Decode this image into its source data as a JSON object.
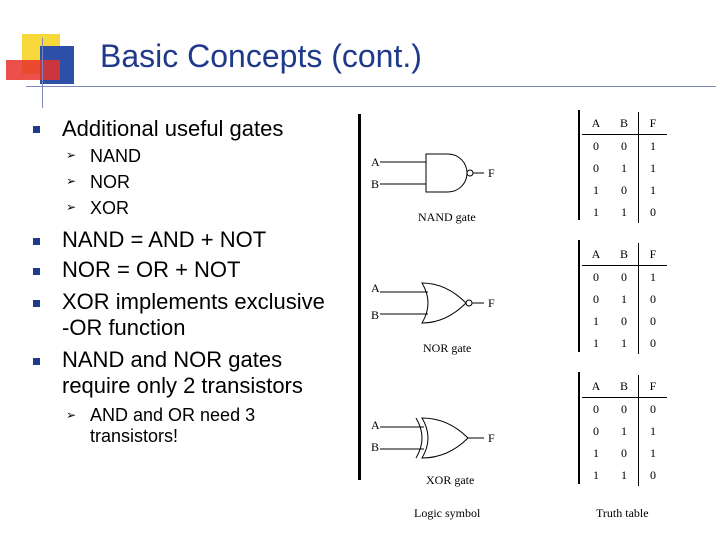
{
  "title": "Basic Concepts (cont.)",
  "bullets": {
    "b1": "Additional useful gates",
    "sub1": [
      "NAND",
      "NOR",
      "XOR"
    ],
    "b2": "NAND = AND + NOT",
    "b3": "NOR = OR + NOT",
    "b4_line1": "XOR implements exclusive",
    "b4_line2": "-OR function",
    "b5_line1": "NAND and NOR gates",
    "b5_line2": "require only 2 transistors",
    "sub2_line1": "AND and OR need 3",
    "sub2_line2": "transistors!"
  },
  "gates": {
    "nand": {
      "a": "A",
      "b": "B",
      "f": "F",
      "label": "NAND gate"
    },
    "nor": {
      "a": "A",
      "b": "B",
      "f": "F",
      "label": "NOR gate"
    },
    "xor": {
      "a": "A",
      "b": "B",
      "f": "F",
      "label": "XOR gate"
    }
  },
  "captions": {
    "logic": "Logic symbol",
    "truth": "Truth table"
  },
  "tables": {
    "headers": [
      "A",
      "B",
      "F"
    ],
    "nand": [
      [
        "0",
        "0",
        "1"
      ],
      [
        "0",
        "1",
        "1"
      ],
      [
        "1",
        "0",
        "1"
      ],
      [
        "1",
        "1",
        "0"
      ]
    ],
    "nor": [
      [
        "0",
        "0",
        "1"
      ],
      [
        "0",
        "1",
        "0"
      ],
      [
        "1",
        "0",
        "0"
      ],
      [
        "1",
        "1",
        "0"
      ]
    ],
    "xor": [
      [
        "0",
        "0",
        "0"
      ],
      [
        "0",
        "1",
        "1"
      ],
      [
        "1",
        "0",
        "1"
      ],
      [
        "1",
        "1",
        "0"
      ]
    ]
  },
  "colors": {
    "title": "#1f3a8a",
    "bullet": "#1f3a8a"
  }
}
